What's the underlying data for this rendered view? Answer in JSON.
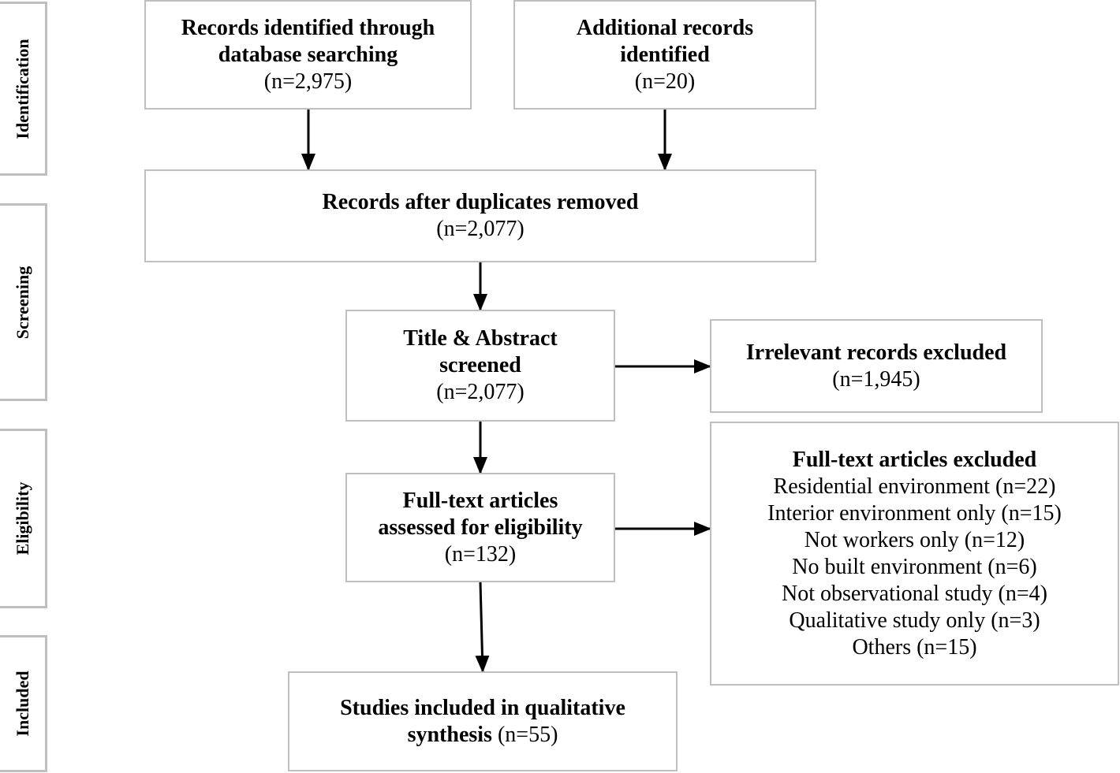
{
  "stages": {
    "identification": "Identification",
    "screening": "Screening",
    "eligibility": "Eligibility",
    "included": "Included"
  },
  "database_records": {
    "line1": "Records identified through",
    "line2": "database searching",
    "count": "(n=2,975)"
  },
  "additional_records": {
    "line1": "Additional records",
    "line2": "identified",
    "count": "(n=20)"
  },
  "after_duplicates": {
    "line1": "Records after duplicates removed",
    "count": "(n=2,077)"
  },
  "title_abstract": {
    "line1": "Title & Abstract",
    "line2": "screened",
    "count": "(n=2,077)"
  },
  "irrelevant_excluded": {
    "line1": "Irrelevant records excluded",
    "count": "(n=1,945)"
  },
  "full_text_assessed": {
    "line1": "Full-text articles",
    "line2": "assessed for eligibility",
    "count": "(n=132)"
  },
  "full_text_excluded": {
    "title": "Full-text articles excluded",
    "reasons": [
      "Residential environment (n=22)",
      "Interior environment only (n=15)",
      "Not workers only (n=12)",
      "No built environment (n=6)",
      "Not observational study (n=4)",
      "Qualitative study only (n=3)",
      "Others (n=15)"
    ]
  },
  "included_studies": {
    "line1": "Studies included in qualitative",
    "line2_bold": "synthesis",
    "count": "(n=55)"
  }
}
